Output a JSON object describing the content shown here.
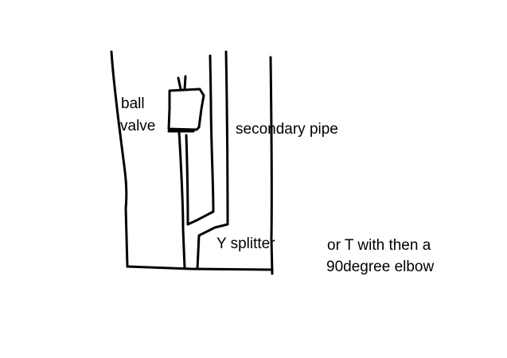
{
  "labels": {
    "ball_valve_line1": "ball",
    "ball_valve_line2": "valve",
    "secondary_pipe": "secondary pipe",
    "y_splitter": "Y splitter",
    "alternative_line1": "or T with then a",
    "alternative_line2": "90degree elbow"
  },
  "colors": {
    "background": "#ffffff",
    "ink": "#000000"
  }
}
